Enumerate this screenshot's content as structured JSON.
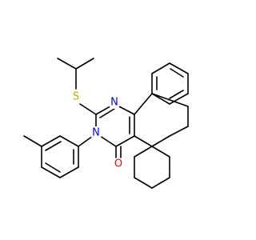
{
  "colors": {
    "bond": "#000000",
    "background": "#ffffff",
    "nitrogen": "#0000ff",
    "oxygen": "#ff0000",
    "sulfur": "#b2b200"
  },
  "atoms": {
    "sulfur": "S",
    "n1": "N",
    "n3": "N",
    "oxygen": "O"
  }
}
